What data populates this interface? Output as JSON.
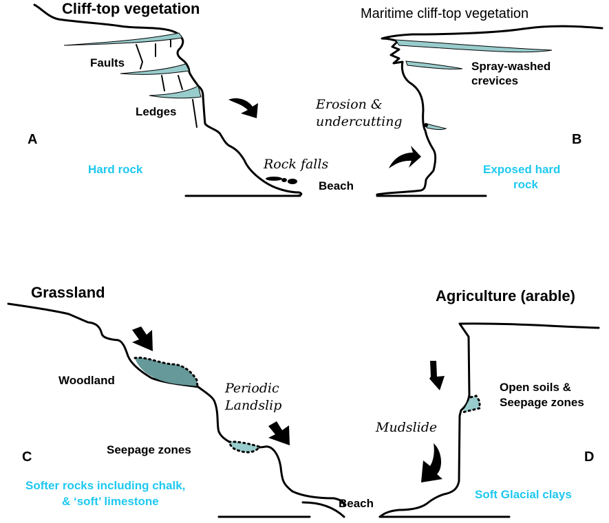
{
  "panels": {
    "A": {
      "letter": "A",
      "title": "Cliff-top vegetation",
      "labels": {
        "faults": "Faults",
        "ledges": "Ledges",
        "rock_falls": "Rock falls",
        "beach": "Beach"
      },
      "rock_type": "Hard rock"
    },
    "B": {
      "letter": "B",
      "title": "Maritime cliff-top vegetation",
      "labels": {
        "crevices_1": "Spray-washed",
        "crevices_2": "crevices",
        "erosion_1": "Erosion &",
        "erosion_2": "undercutting"
      },
      "rock_type_1": "Exposed hard",
      "rock_type_2": "rock"
    },
    "C": {
      "letter": "C",
      "title": "Grassland",
      "labels": {
        "woodland": "Woodland",
        "landslip_1": "Periodic",
        "landslip_2": "Landslip",
        "seepage": "Seepage zones",
        "beach": "Beach"
      },
      "rock_type_1": "Softer rocks including chalk,",
      "rock_type_2": "& ‘soft’  limestone"
    },
    "D": {
      "letter": "D",
      "title": "Agriculture (arable)",
      "labels": {
        "open_soils_1": "Open soils &",
        "open_soils_2": "Seepage zones",
        "mudslide": "Mudslide"
      },
      "rock_type": "Soft Glacial clays"
    }
  },
  "colors": {
    "vegetation_fill": "#99cccc",
    "woodland_fill": "#669999",
    "rock_label": "#1ec8f0",
    "line": "#000000"
  }
}
